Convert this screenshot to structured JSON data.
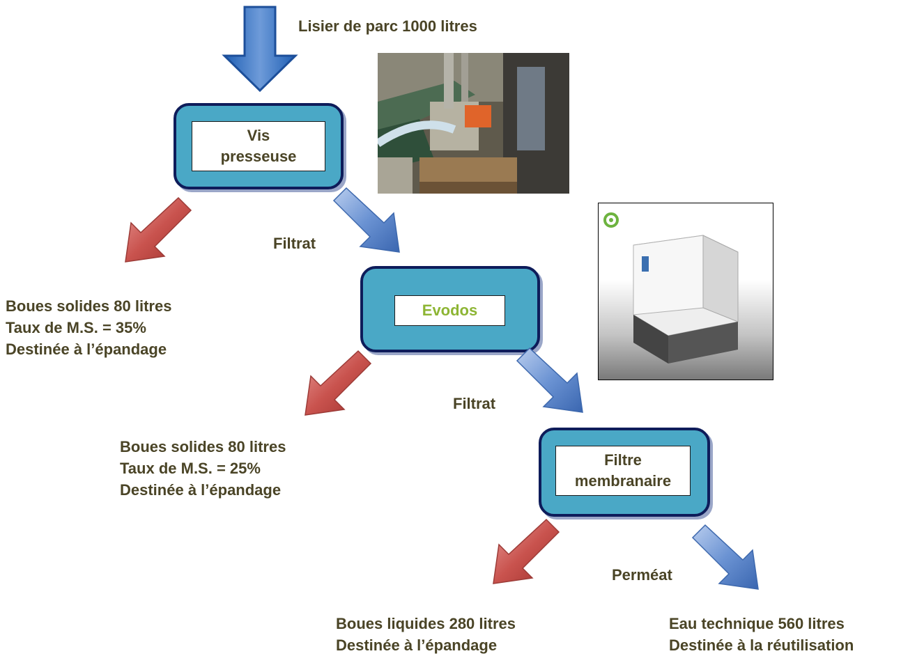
{
  "inputs": {
    "lisier": "Lisier de parc 1000 litres"
  },
  "nodes": {
    "vis": {
      "line1": "Vis",
      "line2": "presseuse"
    },
    "evodos": {
      "line1": "Evodos",
      "color": "#8db534"
    },
    "filtre": {
      "line1": "Filtre",
      "line2": "membranaire"
    }
  },
  "edges": {
    "filtrat1": "Filtrat",
    "filtrat2": "Filtrat",
    "permeat": "Perméat"
  },
  "outputs": {
    "boues1": {
      "l1": "Boues solides 80 litres",
      "l2": "Taux de M.S. = 35%",
      "l3": "Destinée à l’épandage"
    },
    "boues2": {
      "l1": "Boues solides 80 litres",
      "l2": "Taux de M.S. = 25%",
      "l3": "Destinée à l’épandage"
    },
    "boues3": {
      "l1": "Boues liquides 280 litres",
      "l2": "Destinée à l’épandage"
    },
    "eau": {
      "l1": "Eau technique 560 litres",
      "l2": "Destinée à la réutilisation"
    }
  },
  "colors": {
    "text": "#4a4426",
    "box_fill": "#4aa8c6",
    "box_border": "#0e1c5a",
    "arrow_blue": "#4f7fc6",
    "arrow_red": "#c0504d"
  }
}
